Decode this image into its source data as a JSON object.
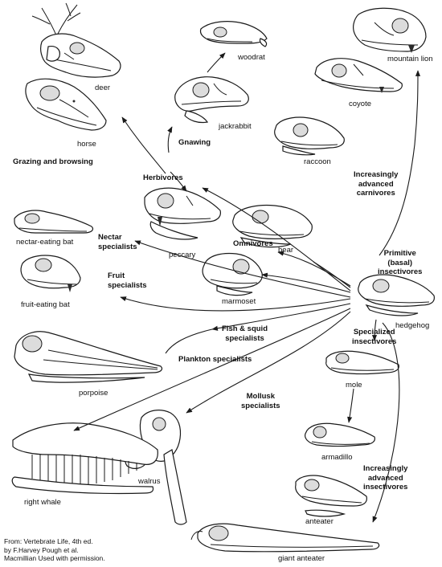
{
  "animals": [
    {
      "id": "deer",
      "label": "deer"
    },
    {
      "id": "horse",
      "label": "horse"
    },
    {
      "id": "woodrat",
      "label": "woodrat"
    },
    {
      "id": "jackrabbit",
      "label": "jackrabbit"
    },
    {
      "id": "mountain_lion",
      "label": "mountain lion"
    },
    {
      "id": "coyote",
      "label": "coyote"
    },
    {
      "id": "raccoon",
      "label": "raccoon"
    },
    {
      "id": "nectar_bat",
      "label": "nectar-eating bat"
    },
    {
      "id": "peccary",
      "label": "peccary"
    },
    {
      "id": "bear",
      "label": "bear"
    },
    {
      "id": "fruit_bat",
      "label": "fruit-eating bat"
    },
    {
      "id": "marmoset",
      "label": "marmoset"
    },
    {
      "id": "hedgehog",
      "label": "hedgehog"
    },
    {
      "id": "porpoise",
      "label": "porpoise"
    },
    {
      "id": "mole",
      "label": "mole"
    },
    {
      "id": "walrus",
      "label": "walrus"
    },
    {
      "id": "armadillo",
      "label": "armadillo"
    },
    {
      "id": "right_whale",
      "label": "right whale"
    },
    {
      "id": "anteater",
      "label": "anteater"
    },
    {
      "id": "giant_anteater",
      "label": "giant anteater"
    }
  ],
  "groups": {
    "grazing": "Grazing and browsing",
    "gnawing": "Gnawing",
    "herbivores": "Herbivores",
    "adv_carnivores": [
      "Increasingly",
      "advanced",
      "carnivores"
    ],
    "nectar": [
      "Nectar",
      "specialists"
    ],
    "omnivores": "Omnivores",
    "fruit": [
      "Fruit",
      "specialists"
    ],
    "primitive": [
      "Primitive",
      "(basal)",
      "insectivores"
    ],
    "fish_squid": [
      "Fish & squid",
      "specialists"
    ],
    "specialized": [
      "Specialized",
      "insectivores"
    ],
    "plankton": "Plankton specialists",
    "mollusk": [
      "Mollusk",
      "specialists"
    ],
    "adv_insectivores": [
      "Increasingly",
      "advanced",
      "insectivores"
    ]
  },
  "credit": [
    "From: Vertebrate Life, 4th ed.",
    "by F.Harvey Pough et al.",
    "Macmillian Used with permission."
  ]
}
